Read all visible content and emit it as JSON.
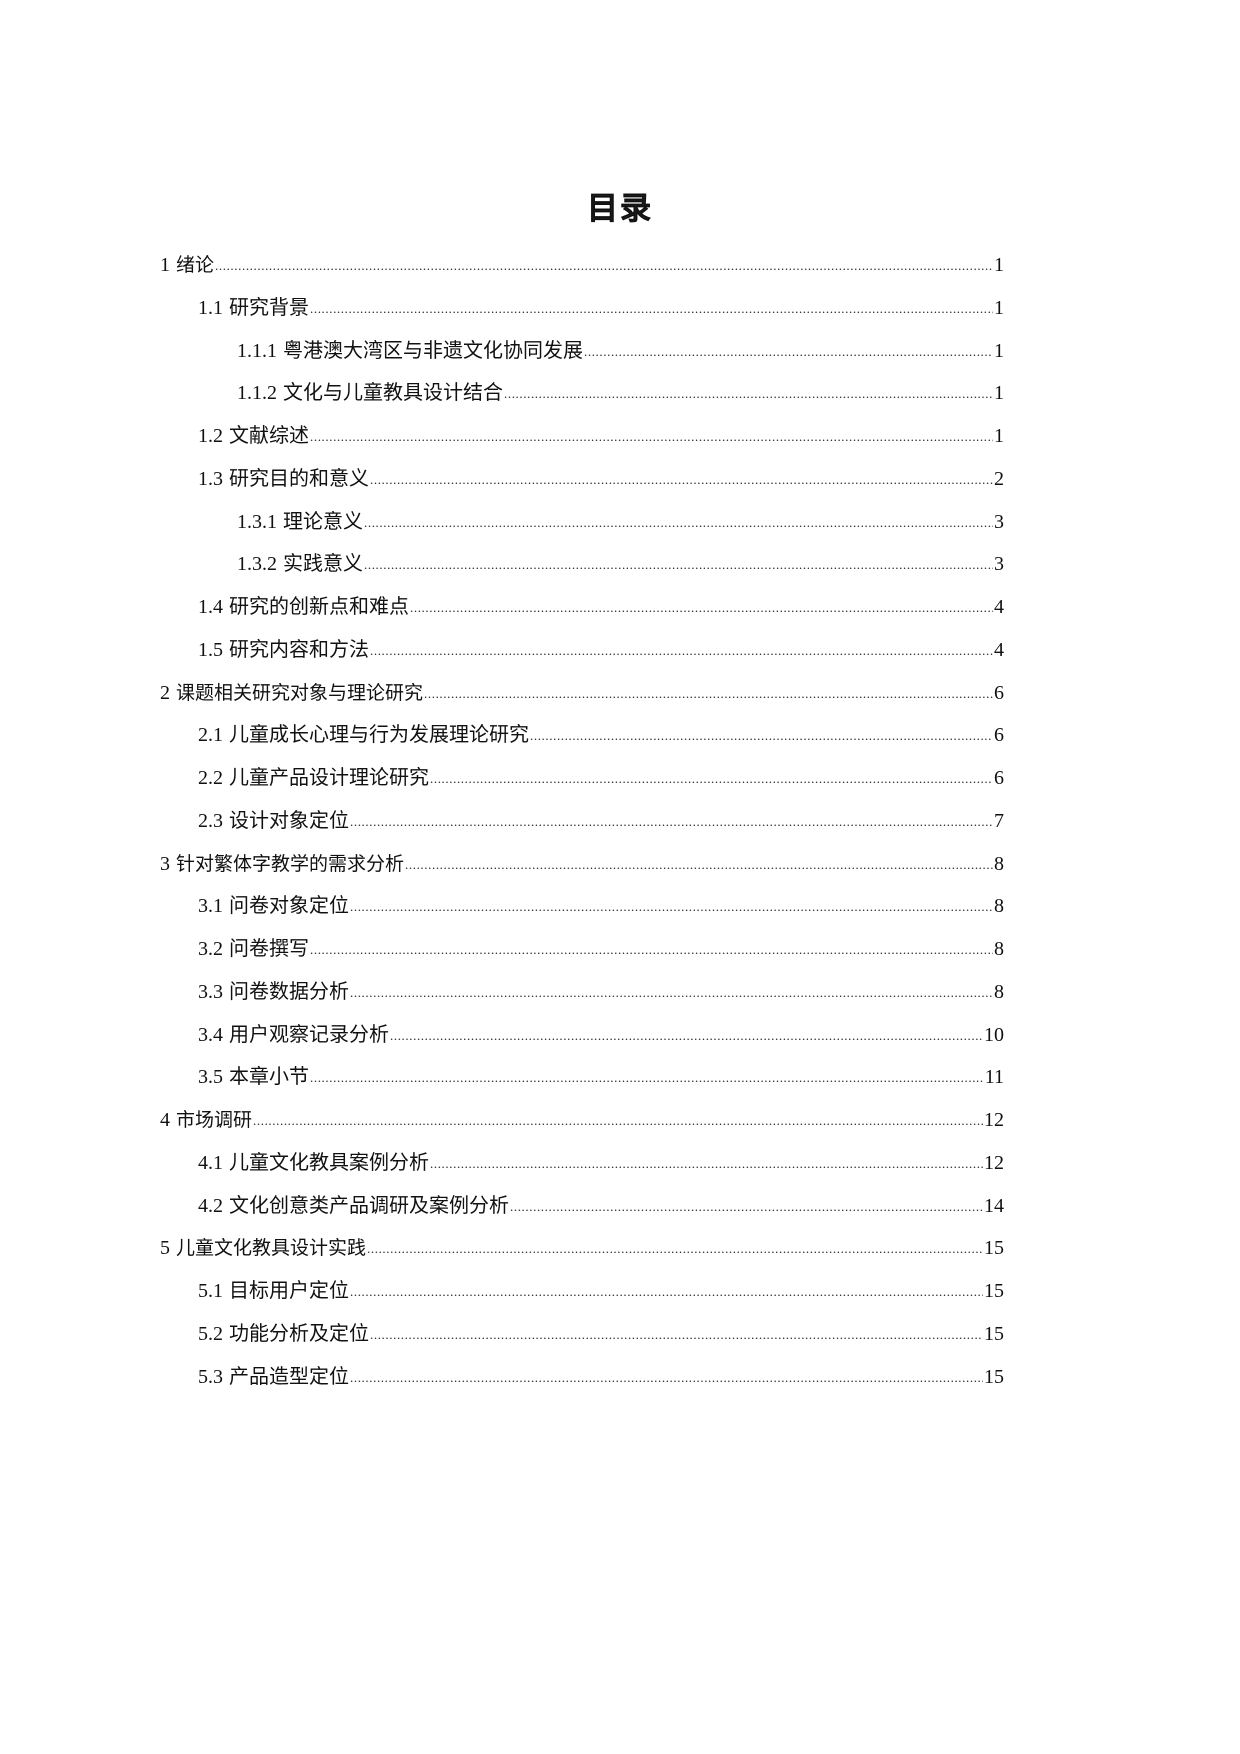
{
  "document": {
    "title": "目录",
    "toc": [
      {
        "level": 1,
        "number": "1",
        "label": "绪论",
        "page": "1"
      },
      {
        "level": 2,
        "number": "1.1",
        "label": "研究背景",
        "page": "1"
      },
      {
        "level": 3,
        "number": "1.1.1",
        "label": "粤港澳大湾区与非遗文化协同发展",
        "page": "1"
      },
      {
        "level": 3,
        "number": "1.1.2",
        "label": "文化与儿童教具设计结合",
        "page": "1"
      },
      {
        "level": 2,
        "number": "1.2",
        "label": "文献综述",
        "page": "1"
      },
      {
        "level": 2,
        "number": "1.3",
        "label": "研究目的和意义",
        "page": "2"
      },
      {
        "level": 3,
        "number": "1.3.1",
        "label": "理论意义",
        "page": "3"
      },
      {
        "level": 3,
        "number": "1.3.2",
        "label": "实践意义",
        "page": "3"
      },
      {
        "level": 2,
        "number": "1.4",
        "label": "研究的创新点和难点",
        "page": "4"
      },
      {
        "level": 2,
        "number": "1.5",
        "label": "研究内容和方法",
        "page": "4"
      },
      {
        "level": 1,
        "number": "2",
        "label": "课题相关研究对象与理论研究",
        "page": "6"
      },
      {
        "level": 2,
        "number": "2.1",
        "label": "儿童成长心理与行为发展理论研究",
        "page": "6"
      },
      {
        "level": 2,
        "number": "2.2",
        "label": "儿童产品设计理论研究",
        "page": "6"
      },
      {
        "level": 2,
        "number": "2.3",
        "label": "设计对象定位",
        "page": "7"
      },
      {
        "level": 1,
        "number": "3",
        "label": "针对繁体字教学的需求分析",
        "page": "8"
      },
      {
        "level": 2,
        "number": "3.1",
        "label": "问卷对象定位",
        "page": "8"
      },
      {
        "level": 2,
        "number": "3.2",
        "label": "问卷撰写",
        "page": "8"
      },
      {
        "level": 2,
        "number": "3.3",
        "label": "问卷数据分析",
        "page": "8"
      },
      {
        "level": 2,
        "number": "3.4",
        "label": "用户观察记录分析",
        "page": "10"
      },
      {
        "level": 2,
        "number": "3.5",
        "label": "本章小节",
        "page": "11"
      },
      {
        "level": 1,
        "number": "4",
        "label": "市场调研",
        "page": "12"
      },
      {
        "level": 2,
        "number": "4.1",
        "label": "儿童文化教具案例分析",
        "page": "12"
      },
      {
        "level": 2,
        "number": "4.2",
        "label": "文化创意类产品调研及案例分析",
        "page": "14"
      },
      {
        "level": 1,
        "number": "5",
        "label": "儿童文化教具设计实践",
        "page": "15"
      },
      {
        "level": 2,
        "number": "5.1",
        "label": "目标用户定位",
        "page": "15"
      },
      {
        "level": 2,
        "number": "5.2",
        "label": "功能分析及定位",
        "page": "15"
      },
      {
        "level": 2,
        "number": "5.3",
        "label": "产品造型定位",
        "page": "15"
      }
    ]
  }
}
